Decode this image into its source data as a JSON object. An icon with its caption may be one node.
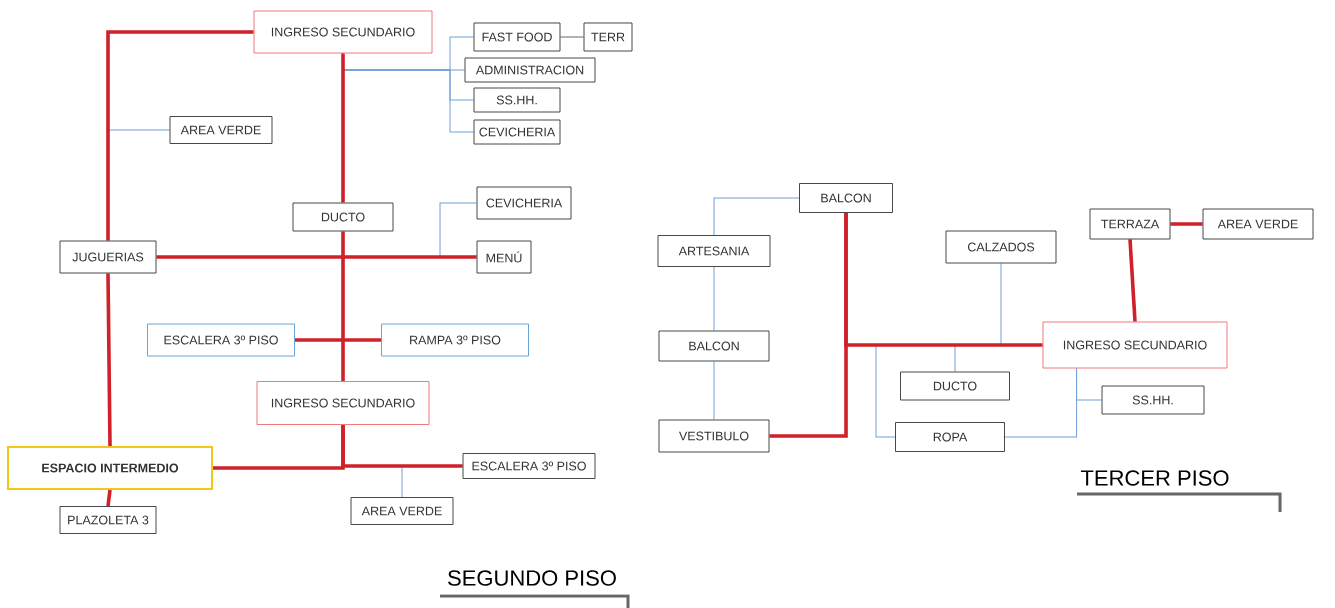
{
  "diagram": {
    "nodes": [
      {
        "text": [
          "INGRESO SECUNDARIO"
        ]
      },
      {
        "text": [
          "FAST FOOD"
        ]
      },
      {
        "text": [
          "TERR"
        ]
      },
      {
        "text": [
          "ADMINISTRACION"
        ]
      },
      {
        "text": [
          "SS.HH."
        ]
      },
      {
        "text": [
          "CEVICHERIA"
        ]
      },
      {
        "text": [
          "AREA VERDE"
        ]
      },
      {
        "text": [
          "DUCTO"
        ]
      },
      {
        "text": [
          "CEVICHERIA"
        ]
      },
      {
        "text": [
          "JUGUERIAS"
        ]
      },
      {
        "text": [
          "MENÚ"
        ]
      },
      {
        "text": [
          "ESCALERA 3º PISO"
        ]
      },
      {
        "text": [
          "RAMPA 3º PISO"
        ]
      },
      {
        "text": [
          "INGRESO SECUNDARIO"
        ]
      },
      {
        "text": [
          "ESPACIO INTERMEDIO"
        ]
      },
      {
        "text": [
          "ESCALERA 3º PISO"
        ]
      },
      {
        "text": [
          "PLAZOLETA 3"
        ]
      },
      {
        "text": [
          "AREA VERDE"
        ]
      },
      {
        "text": [
          "BALCON"
        ]
      },
      {
        "text": [
          "ARTESANIA"
        ]
      },
      {
        "text": [
          "CALZADOS"
        ]
      },
      {
        "text": [
          "TERRAZA"
        ]
      },
      {
        "text": [
          "AREA VERDE"
        ]
      },
      {
        "text": [
          "INGRESO SECUNDARIO"
        ]
      },
      {
        "text": [
          "BALCON"
        ]
      },
      {
        "text": [
          "DUCTO"
        ]
      },
      {
        "text": [
          "SS.HH."
        ]
      },
      {
        "text": [
          "VESTIBULO"
        ]
      },
      {
        "text": [
          "ROPA"
        ]
      }
    ],
    "edges": [
      {
        "from": 0,
        "to": 9,
        "arrow": "none",
        "style": "thick",
        "color": "#d0202a"
      },
      {
        "from": 6,
        "to": 9,
        "arrow": "none"
      },
      {
        "from": 0,
        "to": 7,
        "arrow": "none",
        "style": "thick",
        "color": "#d0202a"
      },
      {
        "from": 0,
        "to": 3,
        "arrow": "none"
      },
      {
        "from": 0,
        "to": 1,
        "arrow": "none"
      },
      {
        "from": 0,
        "to": 4,
        "arrow": "none"
      },
      {
        "from": 0,
        "to": 5,
        "arrow": "none"
      },
      {
        "from": 1,
        "to": 2,
        "arrow": "none",
        "color": "#666666"
      },
      {
        "from": 9,
        "to": 10,
        "arrow": "none",
        "style": "thick",
        "color": "#d0202a"
      },
      {
        "from": 10,
        "to": 8,
        "arrow": "none"
      },
      {
        "from": 7,
        "to": 13,
        "arrow": "none",
        "style": "thick",
        "color": "#d0202a"
      },
      {
        "from": 11,
        "to": 12,
        "arrow": "none",
        "style": "thick",
        "color": "#d0202a"
      },
      {
        "from": 13,
        "to": 14,
        "arrow": "none",
        "style": "thick",
        "color": "#d0202a"
      },
      {
        "from": 13,
        "to": 15,
        "arrow": "none",
        "style": "thick",
        "color": "#d0202a"
      },
      {
        "from": 17,
        "to": 15,
        "arrow": "none"
      },
      {
        "from": 9,
        "to": 14,
        "arrow": "none",
        "style": "thick",
        "color": "#d0202a"
      },
      {
        "from": 14,
        "to": 16,
        "arrow": "none",
        "style": "thick",
        "color": "#d0202a"
      },
      {
        "from": 18,
        "to": 19,
        "arrow": "none"
      },
      {
        "from": 19,
        "to": 24,
        "arrow": "none"
      },
      {
        "from": 24,
        "to": 27,
        "arrow": "none"
      },
      {
        "from": 18,
        "to": 27,
        "arrow": "none",
        "style": "thick",
        "color": "#d0202a"
      },
      {
        "from": 23,
        "to": 18,
        "arrow": "none",
        "style": "thick",
        "color": "#d0202a"
      },
      {
        "from": 20,
        "to": 23,
        "arrow": "none"
      },
      {
        "from": 25,
        "to": 23,
        "arrow": "none"
      },
      {
        "from": 28,
        "to": 18,
        "arrow": "none"
      },
      {
        "from": 28,
        "to": 23,
        "arrow": "none"
      },
      {
        "from": 26,
        "to": 23,
        "arrow": "none"
      },
      {
        "from": 21,
        "to": 23,
        "arrow": "none",
        "style": "thick",
        "color": "#d0202a"
      },
      {
        "from": 21,
        "to": 22,
        "arrow": "none",
        "style": "thick",
        "color": "#d0202a"
      }
    ],
    "labels": [
      "SEGUNDO PISO",
      "TERCER PISO"
    ]
  }
}
